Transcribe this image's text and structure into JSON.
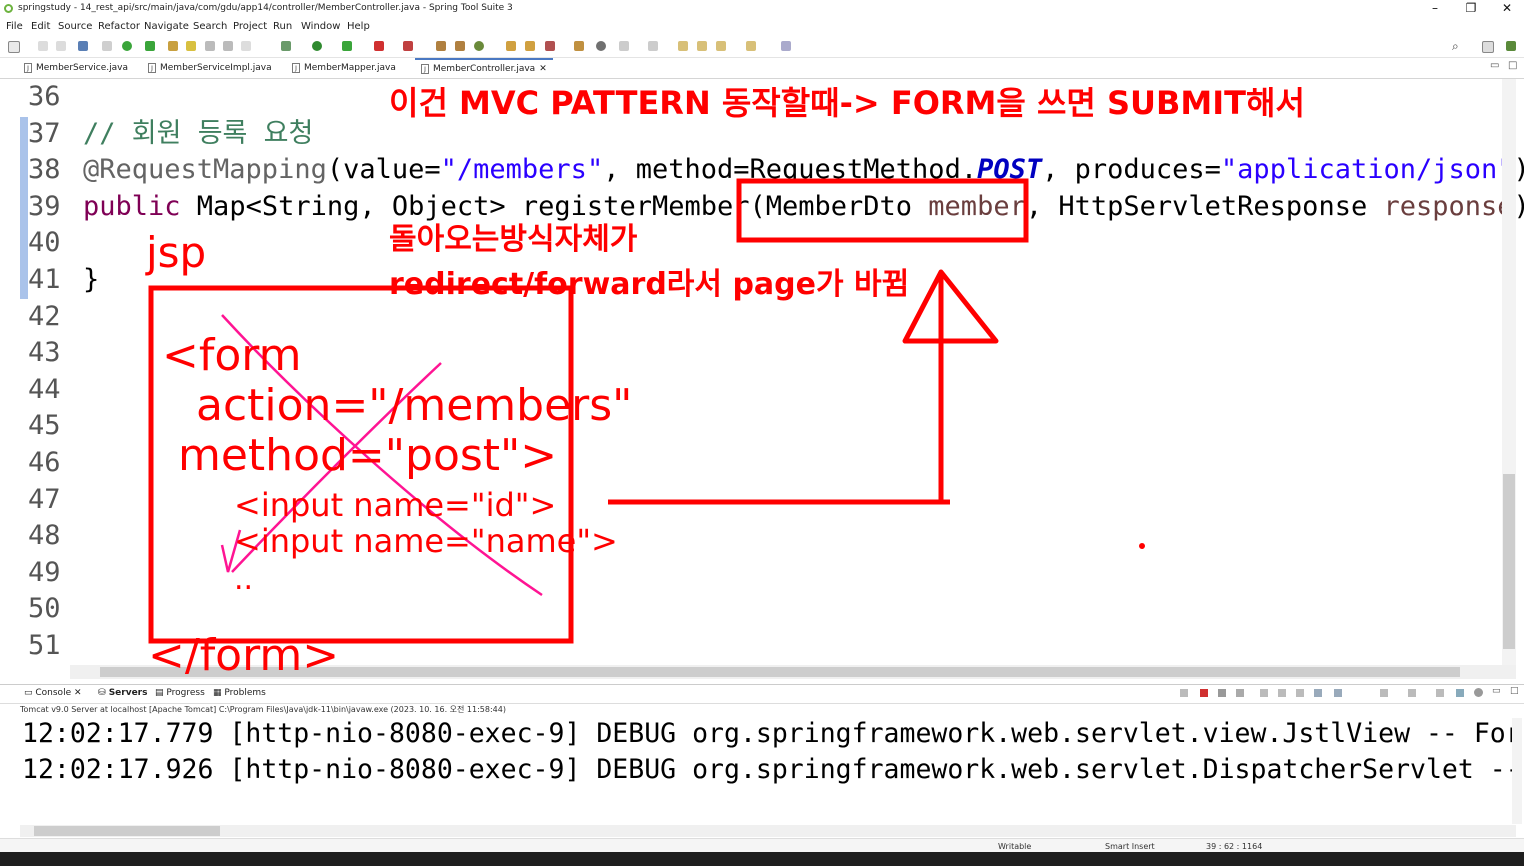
{
  "window": {
    "title": "springstudy - 14_rest_api/src/main/java/com/gdu/app14/controller/MemberController.java - Spring Tool Suite 3",
    "min": "–",
    "max": "❐",
    "close": "✕"
  },
  "menu": [
    "File",
    "Edit",
    "Source",
    "Refactor",
    "Navigate",
    "Search",
    "Project",
    "Run",
    "Window",
    "Help"
  ],
  "tabs": [
    {
      "label": "MemberService.java"
    },
    {
      "label": "MemberServiceImpl.java"
    },
    {
      "label": "MemberMapper.java"
    },
    {
      "label": "MemberController.java",
      "close": "✕"
    }
  ],
  "editor": {
    "line_numbers": [
      "36",
      "37",
      "38",
      "39",
      "40",
      "41",
      "42",
      "43",
      "44",
      "45",
      "46",
      "47",
      "48",
      "49",
      "50",
      "51"
    ],
    "code": {
      "comment": "// 회원 등록 요청",
      "l38_ann": "@RequestMapping",
      "l38_a": "(value=",
      "l38_s1": "\"/members\"",
      "l38_b": ", method=RequestMethod.",
      "l38_post": "POST",
      "l38_c": ", produces=",
      "l38_s2": "\"application/json\"",
      "l38_d": ")",
      "l39_kw": "public",
      "l39_a": " Map<String, Object> registerMember(MemberDto ",
      "l39_p1": "member",
      "l39_b": ", HttpServletResponse ",
      "l39_p2": "response",
      "l39_c": ")",
      "l41": "}"
    }
  },
  "annotations": {
    "top_note": "이건 MVC PATTERN 동작할때-> FORM을 쓰면 SUBMIT해서",
    "return_note_1": "돌아오는방식자체가",
    "return_note_2": "redirect/forward라서 page가 바뀜",
    "jsp_label": "jsp",
    "form_open": "<form",
    "form_action": "action=\"/members\"",
    "form_method": "method=\"post\">",
    "input_id": "<input name=\"id\">",
    "input_name": "<input name=\"name\">",
    "ellipsis": "..",
    "form_close": "</form>"
  },
  "console": {
    "tabs": [
      {
        "label": "Console",
        "close": "✕"
      },
      {
        "label": "Servers"
      },
      {
        "label": "Progress"
      },
      {
        "label": "Problems"
      }
    ],
    "description": "Tomcat v9.0 Server at localhost [Apache Tomcat] C:\\Program Files\\Java\\jdk-11\\bin\\javaw.exe  (2023. 10. 16. 오전 11:58:44)",
    "lines": [
      "12:02:17.779 [http-nio-8080-exec-9] DEBUG org.springframework.web.servlet.view.JstlView -- For",
      "12:02:17.926 [http-nio-8080-exec-9] DEBUG org.springframework.web.servlet.DispatcherServlet --"
    ]
  },
  "status": {
    "writable": "Writable",
    "insert_mode": "Smart Insert",
    "position": "39 : 62 : 1164"
  },
  "colors": {
    "annotation_red": "#ff0000",
    "annotation_pink": "#ff1493",
    "comment_green": "#3f7f5f",
    "keyword": "#7f0055",
    "string": "#2a00ff"
  }
}
